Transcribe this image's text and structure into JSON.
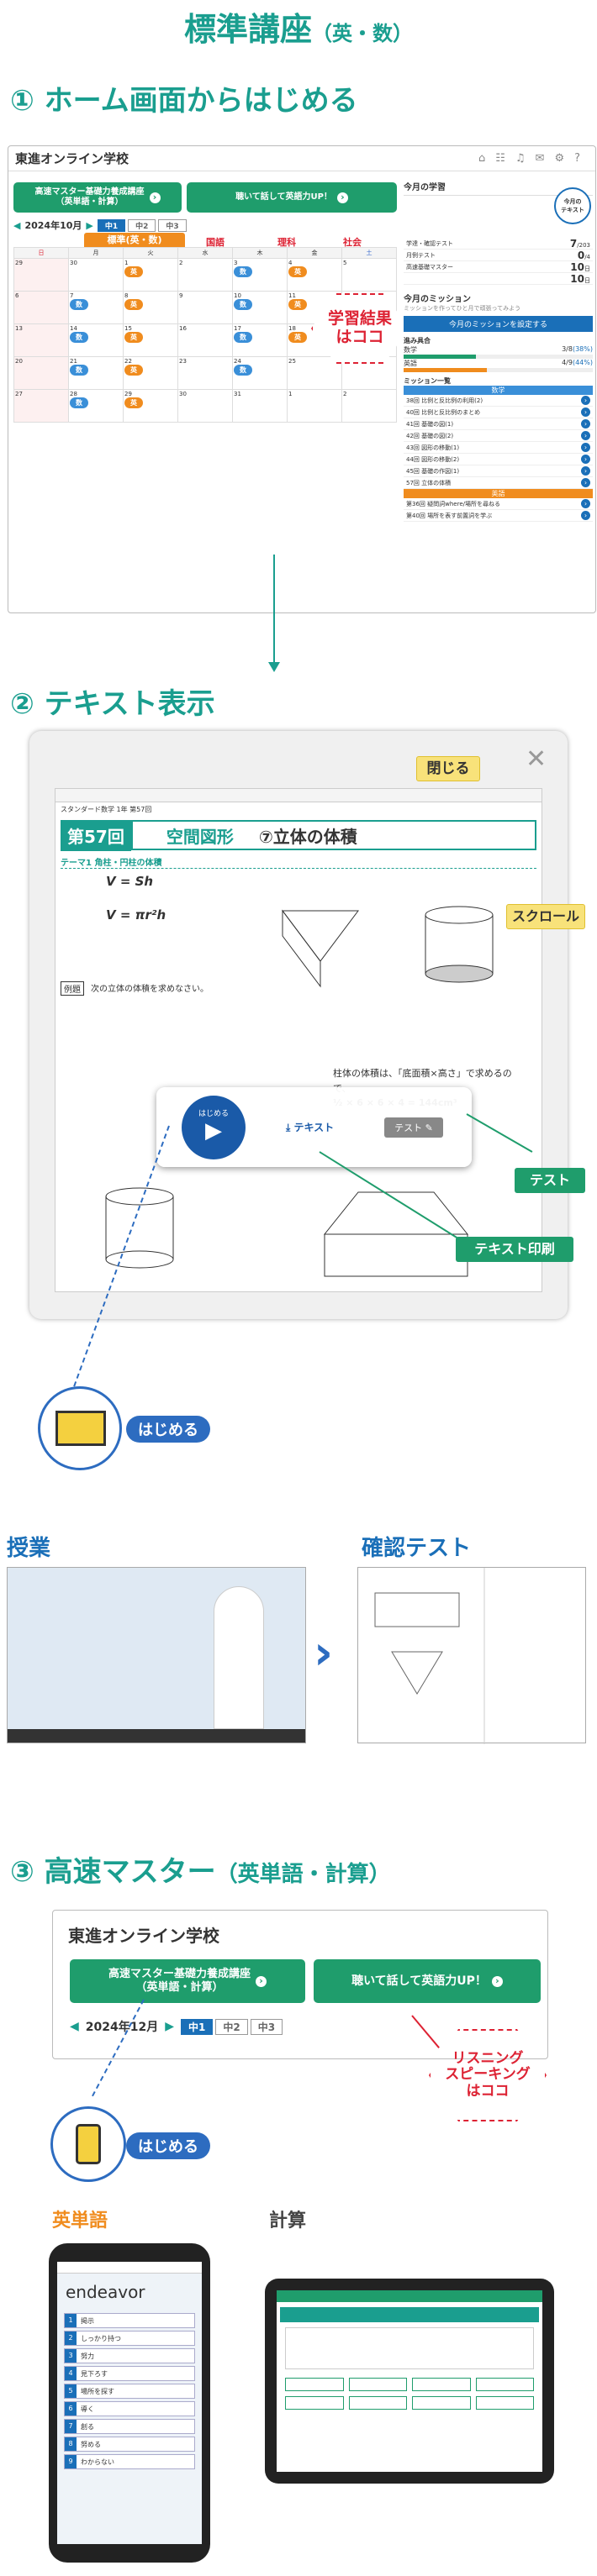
{
  "page_title": "標準講座",
  "page_title_sub": "（英・数）",
  "section1": {
    "title": "① ホーム画面からはじめる",
    "school": "東進オンライン学校",
    "btn_master": "高速マスター基礎力養成講座\n（英単語・計算）",
    "btn_listen": "聴いて話して英語力UP！",
    "month": "2024年10月",
    "tabs": [
      "中1",
      "中2",
      "中3"
    ],
    "cal_tab": "標準(英・数)",
    "subjects": [
      "国語",
      "理科",
      "社会"
    ],
    "weekdays": [
      "日",
      "月",
      "火",
      "水",
      "木",
      "金",
      "土"
    ],
    "callout": "学習結果\nはココ",
    "right_panel": {
      "header": "今月の学習",
      "month_badge": "今月の\nテキスト",
      "stats": [
        {
          "label": "学達・確認テスト",
          "value": "7",
          "unit": "/203"
        },
        {
          "label": "月例テスト",
          "value": "0",
          "unit": "/4"
        },
        {
          "label": "高速基礎マスター",
          "value": "10",
          "unit": "日"
        },
        {
          "label": "",
          "value": "10",
          "unit": "日"
        }
      ],
      "mission_title": "今月のミッション",
      "mission_text": "ミッションを作ってひと月で頑張ってみよう",
      "mission_btn": "今月のミッションを設定する",
      "progress_title": "進み具合",
      "progress": [
        {
          "name": "数学",
          "value": "3/8",
          "pct": "(38%)"
        },
        {
          "name": "英語",
          "value": "4/9",
          "pct": "(44%)"
        }
      ],
      "mission_list_title": "ミッション一覧",
      "math_header": "数学",
      "math_items": [
        "38回 比例と反比例の利用(2)",
        "40回 比例と反比例のまとめ",
        "41回 基礎の図(1)",
        "42回 基礎の図(2)",
        "43回 図形の移動(1)",
        "44回 図形の移動(2)",
        "45回 基礎の作図(1)",
        "57回 立体の体積"
      ],
      "eng_header": "英語",
      "eng_items": [
        "第36回 疑問詞where/場所を尋ねる",
        "第40回 場所を表す前置詞を学ぶ"
      ]
    }
  },
  "section2": {
    "title": "② テキスト表示",
    "close_label": "閉じる",
    "doc_header": "スタンダード数学 1年 第57回",
    "lesson_no": "第57回",
    "lesson_topic": "空間図形",
    "lesson_title": "⑦立体の体積",
    "theme": "テーマ1 角柱・円柱の体積",
    "formula1": "V = Sh",
    "formula2": "V = πr²h",
    "example_label": "例題",
    "example_text": "次の立体の体積を求めなさい。",
    "answer_text": "柱体の体積は、「底面積×高さ」で求めるので、",
    "answer_formula": "½ × 6 × 6 × 4 = 144cm³",
    "scroll_label": "スクロール",
    "play_label": "はじめる",
    "text_label": "テキスト",
    "test_label": "テスト",
    "test_callout": "テスト",
    "print_callout": "テキスト印刷",
    "start_label": "はじめる"
  },
  "section_video": {
    "lesson_label": "授業",
    "test_label": "確認テスト"
  },
  "section3": {
    "title": "③ 高速マスター",
    "title_sub": "（英単語・計算）",
    "school": "東進オンライン学校",
    "btn_master": "高速マスター基礎力養成講座\n（英単語・計算）",
    "btn_listen": "聴いて話して英語力UP！",
    "month": "2024年12月",
    "tabs": [
      "中1",
      "中2",
      "中3"
    ],
    "callout": "リスニング\nスピーキング\nはココ",
    "start_label": "はじめる",
    "eng_label": "英単語",
    "calc_label": "計算",
    "phone_word": "endeavor",
    "word_choices": [
      "掲示",
      "しっかり持つ",
      "努力",
      "見下ろす",
      "場所を探す",
      "導く",
      "創る",
      "努める",
      "わからない"
    ]
  },
  "colors": {
    "teal": "#1a9e8f",
    "green_btn": "#1f9d6c",
    "orange": "#f08c1e",
    "blue": "#2d6cc0",
    "red": "#dd2233"
  }
}
